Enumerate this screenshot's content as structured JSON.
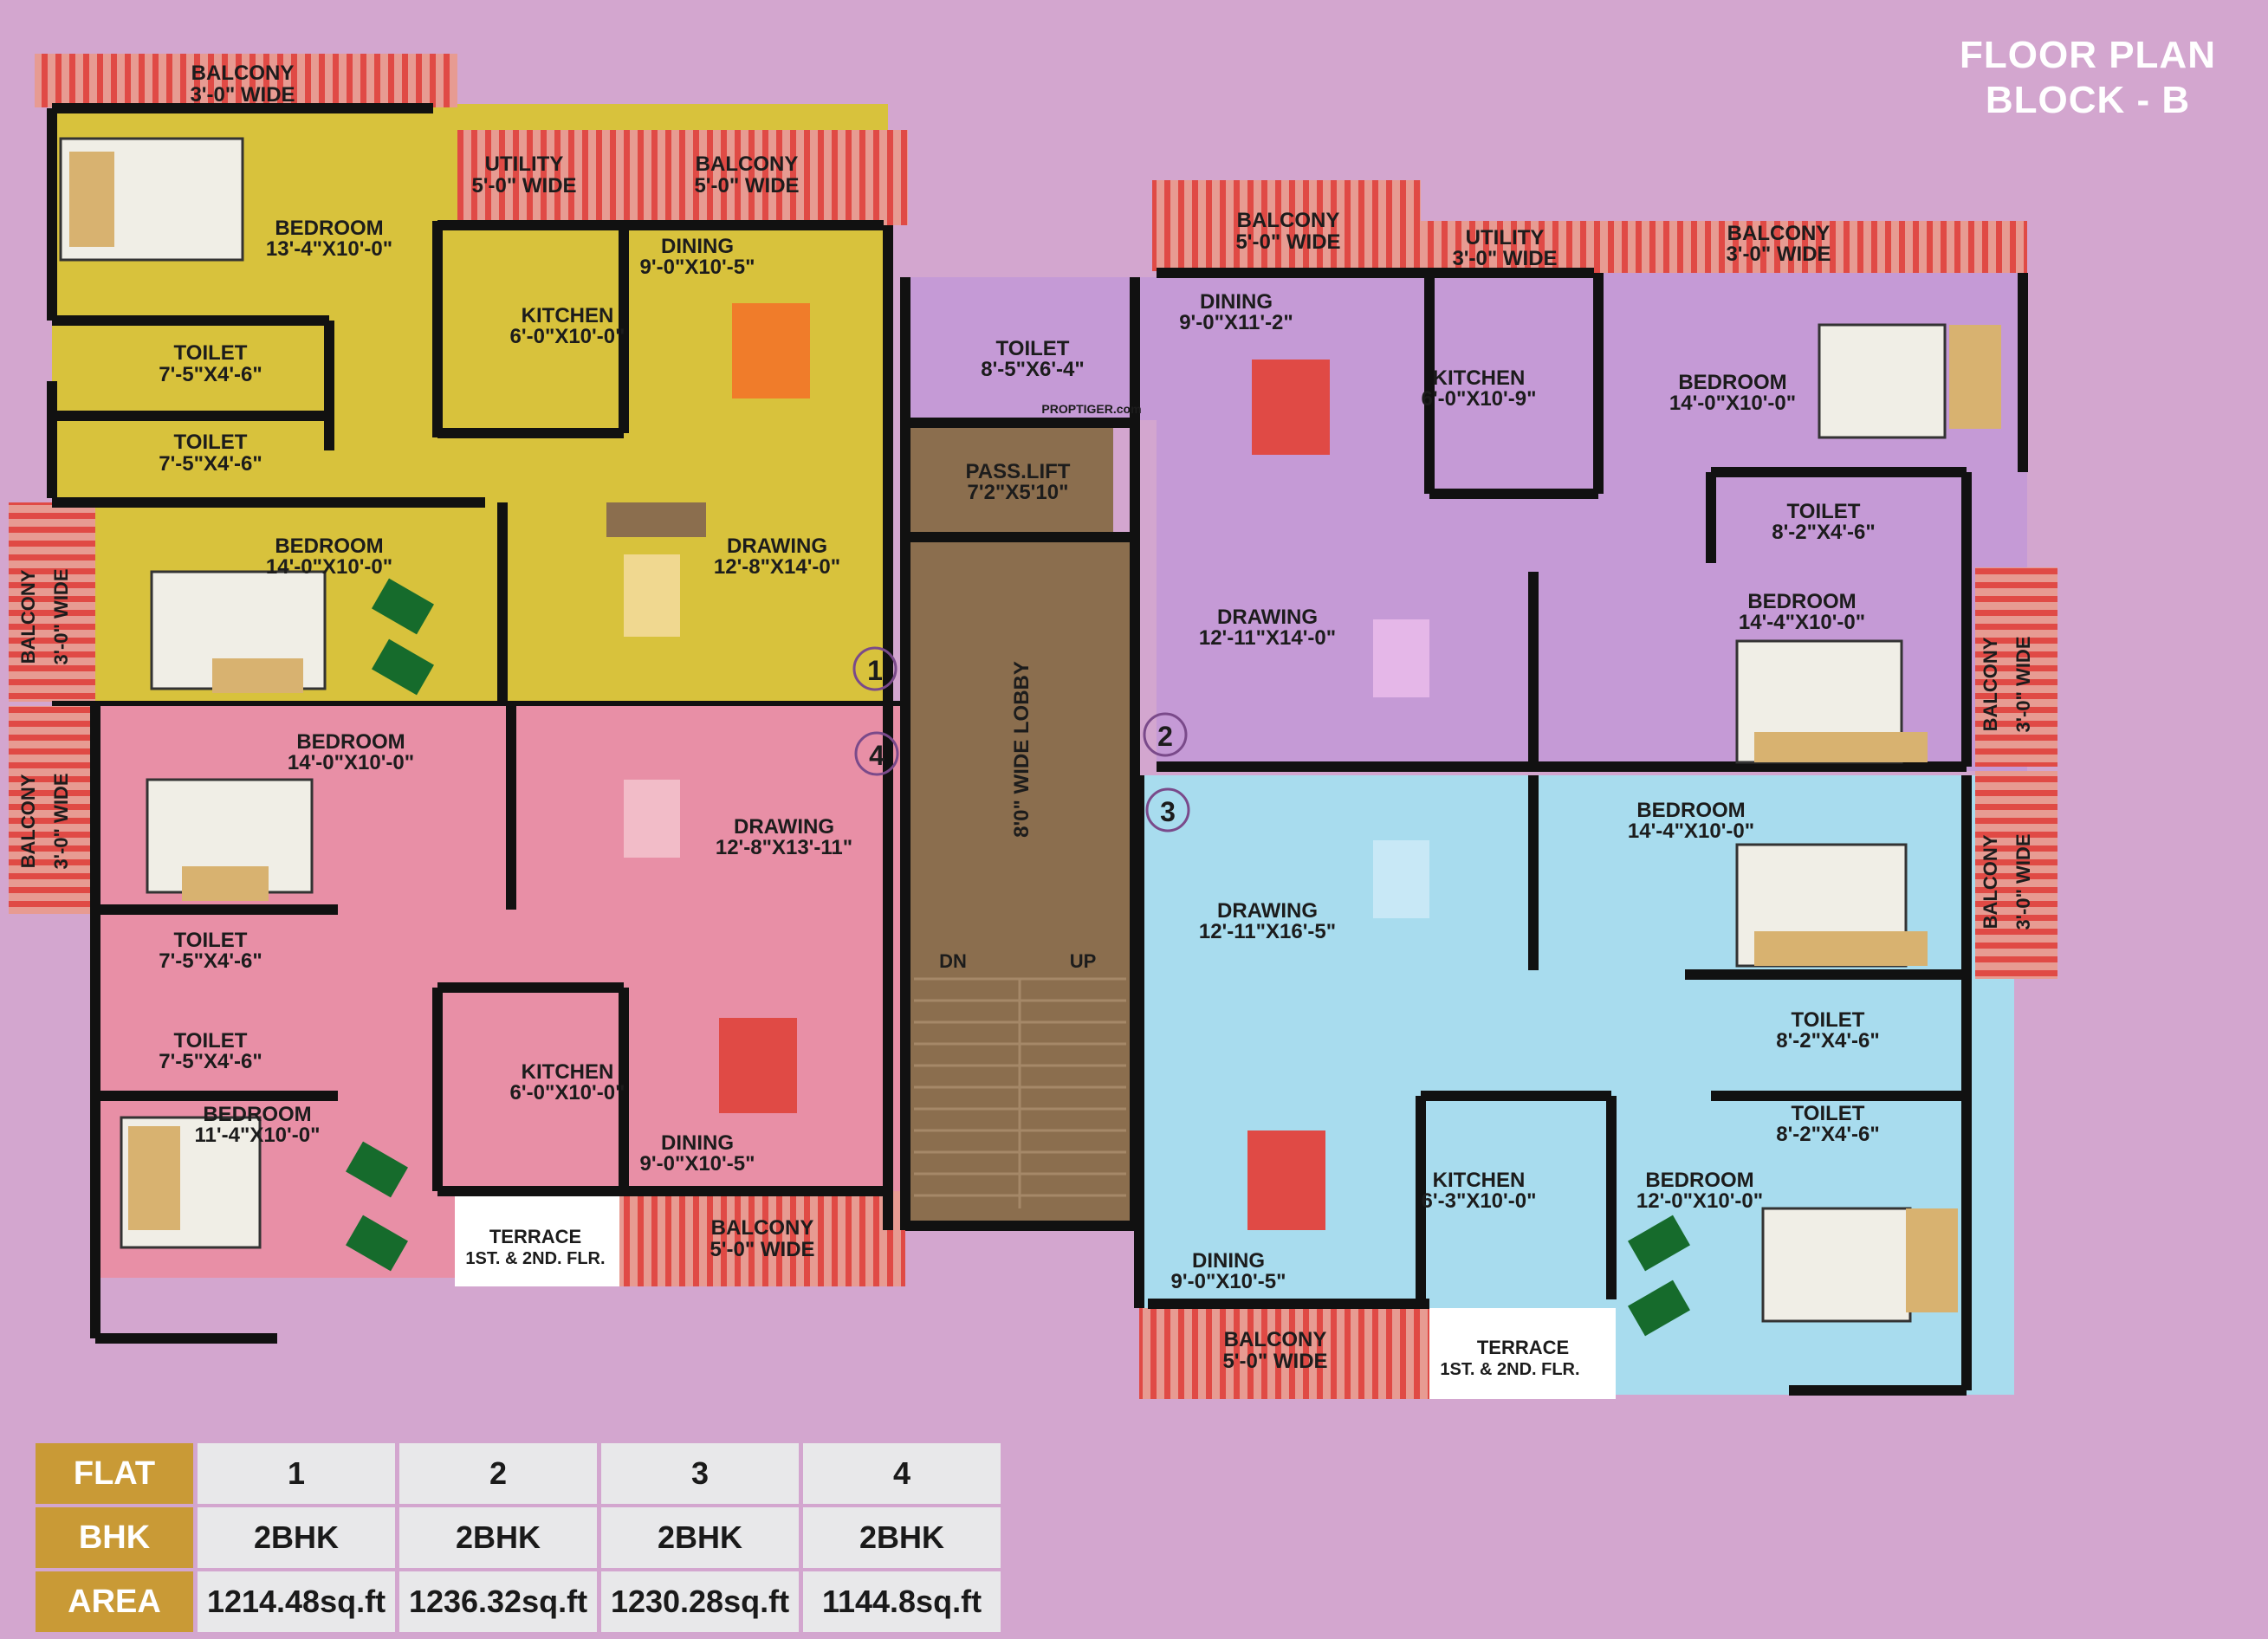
{
  "title": {
    "line1": "FLOOR PLAN",
    "line2": "BLOCK - B"
  },
  "watermark": "PROPTIGER.com",
  "colors": {
    "background": "#d3a6cf",
    "flat1": "#d8c23c",
    "flat2": "#c59ad6",
    "flat3": "#a8dcee",
    "flat4": "#e88fa6",
    "lobby": "#8b6e4e",
    "header_cell": "#c99a36"
  },
  "rooms": {
    "f1_balcony_top": [
      "BALCONY",
      "3'-0\" WIDE"
    ],
    "f1_bedroom_top": [
      "BEDROOM",
      "13'-4\"X10'-0\""
    ],
    "f1_utility": [
      "UTILITY",
      "5'-0\" WIDE"
    ],
    "f1_balcony_5": [
      "BALCONY",
      "5'-0\" WIDE"
    ],
    "f1_dining": [
      "DINING",
      "9'-0\"X10'-5\""
    ],
    "f1_kitchen": [
      "KITCHEN",
      "6'-0\"X10'-0\""
    ],
    "f1_toilet_a": [
      "TOILET",
      "7'-5\"X4'-6\""
    ],
    "f1_toilet_b": [
      "TOILET",
      "7'-5\"X4'-6\""
    ],
    "f1_bedroom2": [
      "BEDROOM",
      "14'-0\"X10'-0\""
    ],
    "f1_drawing": [
      "DRAWING",
      "12'-8\"X14'-0\""
    ],
    "f1_balcony_side": [
      "BALCONY",
      "3'-0\" WIDE"
    ],
    "f4_bedroom": [
      "BEDROOM",
      "14'-0\"X10'-0\""
    ],
    "f4_balcony_side": [
      "BALCONY",
      "3'-0\" WIDE"
    ],
    "f4_drawing": [
      "DRAWING",
      "12'-8\"X13'-11\""
    ],
    "f4_toilet_a": [
      "TOILET",
      "7'-5\"X4'-6\""
    ],
    "f4_toilet_b": [
      "TOILET",
      "7'-5\"X4'-6\""
    ],
    "f4_bedroom2": [
      "BEDROOM",
      "11'-4\"X10'-0\""
    ],
    "f4_kitchen": [
      "KITCHEN",
      "6'-0\"X10'-0\""
    ],
    "f4_dining": [
      "DINING",
      "9'-0\"X10'-5\""
    ],
    "f4_terrace": [
      "TERRACE",
      "1ST. & 2ND. FLR."
    ],
    "f4_balcony_bottom": [
      "BALCONY",
      "5'-0\" WIDE"
    ],
    "c_toilet": [
      "TOILET",
      "8'-5\"X6'-4\""
    ],
    "c_lift": [
      "PASS.LIFT",
      "7'2\"X5'10\""
    ],
    "c_lobby": "8'0\" WIDE LOBBY",
    "c_dn": "DN",
    "c_up": "UP",
    "f2_balcony_5": [
      "BALCONY",
      "5'-0\" WIDE"
    ],
    "f2_utility": [
      "UTILITY",
      "3'-0\" WIDE"
    ],
    "f2_balcony_3": [
      "BALCONY",
      "3'-0\" WIDE"
    ],
    "f2_dining": [
      "DINING",
      "9'-0\"X11'-2\""
    ],
    "f2_kitchen": [
      "KITCHEN",
      "6'-0\"X10'-9\""
    ],
    "f2_bedroom_top": [
      "BEDROOM",
      "14'-0\"X10'-0\""
    ],
    "f2_toilet": [
      "TOILET",
      "8'-2\"X4'-6\""
    ],
    "f2_drawing": [
      "DRAWING",
      "12'-11\"X14'-0\""
    ],
    "f2_bedroom2": [
      "BEDROOM",
      "14'-4\"X10'-0\""
    ],
    "f2_balcony_side": [
      "BALCONY",
      "3'-0\" WIDE"
    ],
    "f3_bedroom": [
      "BEDROOM",
      "14'-4\"X10'-0\""
    ],
    "f3_balcony_side": [
      "BALCONY",
      "3'-0\" WIDE"
    ],
    "f3_drawing": [
      "DRAWING",
      "12'-11\"X16'-5\""
    ],
    "f3_toilet_a": [
      "TOILET",
      "8'-2\"X4'-6\""
    ],
    "f3_toilet_b": [
      "TOILET",
      "8'-2\"X4'-6\""
    ],
    "f3_kitchen": [
      "KITCHEN",
      "6'-3\"X10'-0\""
    ],
    "f3_bedroom2": [
      "BEDROOM",
      "12'-0\"X10'-0\""
    ],
    "f3_dining": [
      "DINING",
      "9'-0\"X10'-5\""
    ],
    "f3_balcony_bottom": [
      "BALCONY",
      "5'-0\" WIDE"
    ],
    "f3_terrace": [
      "TERRACE",
      "1ST. & 2ND. FLR."
    ]
  },
  "flat_markers": [
    "1",
    "2",
    "3",
    "4"
  ],
  "table": {
    "row_labels": [
      "FLAT",
      "BHK",
      "AREA"
    ],
    "flats": [
      "1",
      "2",
      "3",
      "4"
    ],
    "bhk": [
      "2BHK",
      "2BHK",
      "2BHK",
      "2BHK"
    ],
    "area": [
      "1214.48sq.ft",
      "1236.32sq.ft",
      "1230.28sq.ft",
      "1144.8sq.ft"
    ]
  }
}
